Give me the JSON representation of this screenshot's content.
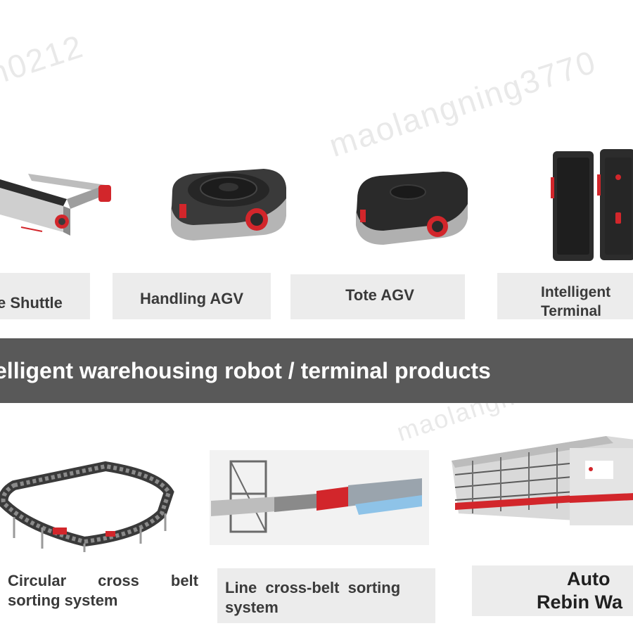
{
  "top_products": [
    {
      "label": "e Shuttle"
    },
    {
      "label": "Handling AGV"
    },
    {
      "label": "Tote AGV"
    },
    {
      "label": "Intelligent Terminal",
      "line1": "Intelligent",
      "line2": "Terminal"
    }
  ],
  "banner": {
    "text": "elligent warehousing robot / terminal products"
  },
  "bottom_products": [
    {
      "line1": "Circular cross belt",
      "line2": "sorting system",
      "w1": "Circular",
      "w2": "cross",
      "w3": "belt"
    },
    {
      "line1": "Line cross-belt sorting",
      "line2": "system"
    },
    {
      "line1": "Auto",
      "line2": "Rebin Wa"
    }
  ],
  "colors": {
    "banner_bg": "#595959",
    "label_bg": "#ececec",
    "accent_red": "#d2262b",
    "device_dark": "#2a2a2a"
  }
}
